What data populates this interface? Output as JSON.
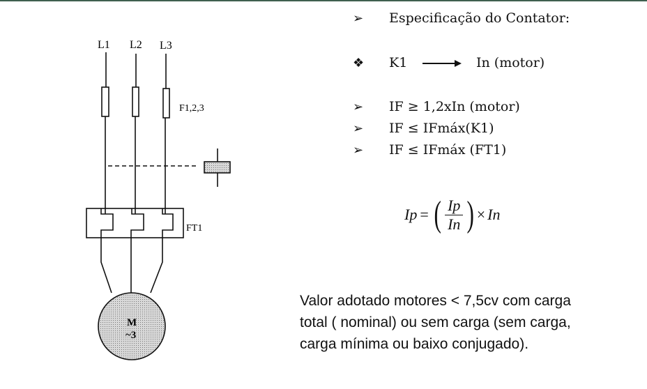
{
  "diagram": {
    "labels": {
      "l1": "L1",
      "l2": "L2",
      "l3": "L3",
      "fuses": "F1,2,3",
      "overload": "FT1",
      "motor": "M",
      "motor_sub": "~3"
    }
  },
  "spec": {
    "title": "Especificação do Contator:",
    "k1": "K1",
    "k1_target": "In (motor)",
    "rules": [
      "IF ≥ 1,2xIn (motor)",
      "IF ≤ IFmáx(K1)",
      "IF ≤ IFmáx (FT1)"
    ],
    "bullet_arrow": "➢",
    "bullet_diamond": "❖"
  },
  "formula": {
    "lhs": "Ip",
    "eq": "=",
    "num": "Ip",
    "den": "In",
    "times": "×",
    "rhs": "In"
  },
  "note": {
    "lines": [
      "Valor adotado motores < 7,5cv com carga",
      "total ( nominal) ou sem carga (sem carga,",
      "carga mínima ou baixo conjugado)."
    ]
  }
}
